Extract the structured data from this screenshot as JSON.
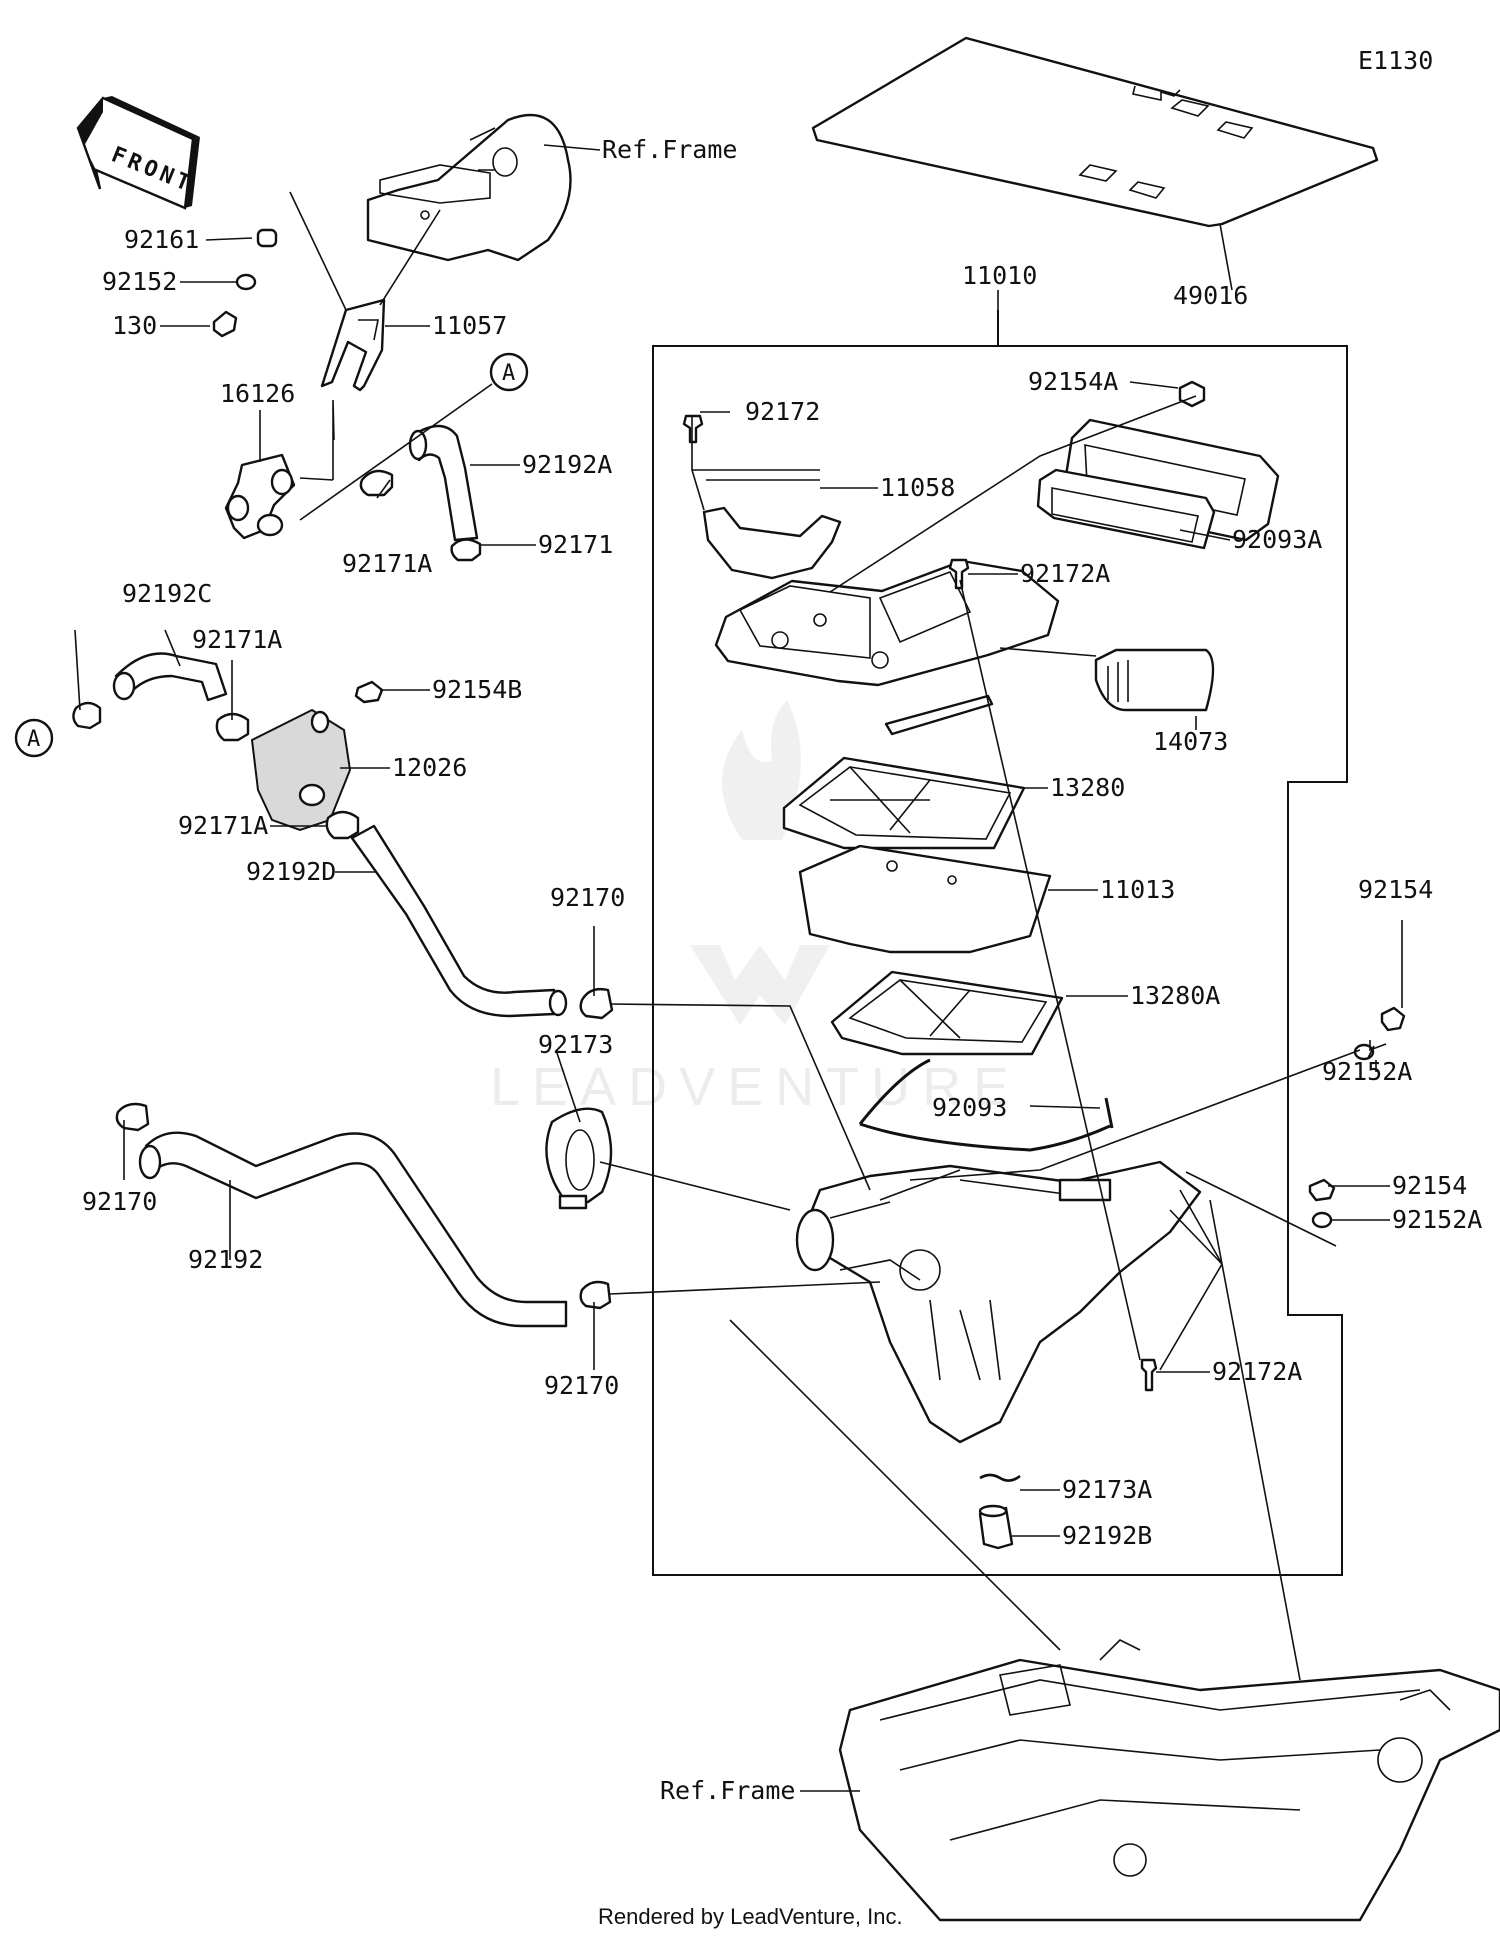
{
  "diagram": {
    "code": "E1130",
    "footer": "Rendered by LeadVenture, Inc.",
    "watermark": "LEADVENTURE",
    "front_marker": "FRONT",
    "ref_frame_label": "Ref.Frame",
    "connector_letter": "A",
    "callouts": [
      "49016",
      "11010",
      "92161",
      "92152",
      "130",
      "11057",
      "16126",
      "92192A",
      "92171A",
      "92171",
      "92192C",
      "92171A",
      "92154B",
      "12026",
      "92171A",
      "92192D",
      "92172",
      "11058",
      "92154A",
      "92093A",
      "92172A",
      "14073",
      "13280",
      "11013",
      "13280A",
      "92170",
      "92154",
      "92152A",
      "92173",
      "92093",
      "92154",
      "92152A",
      "92170",
      "92192",
      "92170",
      "92172A",
      "92173A",
      "92192B"
    ]
  }
}
